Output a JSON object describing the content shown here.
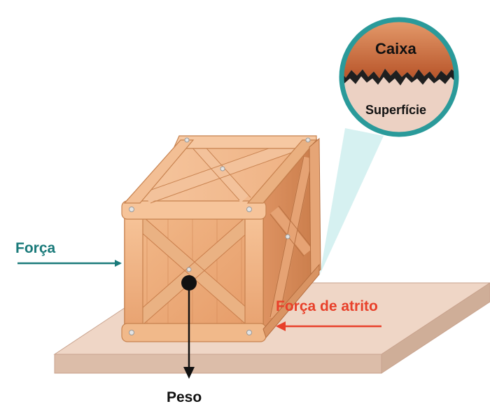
{
  "labels": {
    "force": "Força",
    "friction": "Força de atrito",
    "weight": "Peso",
    "box": "Caixa",
    "surface": "Superfície"
  },
  "colors": {
    "force": "#1a7a7a",
    "friction": "#e8402a",
    "weight": "#111111",
    "zoom_ring": "#2a9a9a",
    "wood_light": "#f2b482",
    "wood_mid": "#e9a06c",
    "wood_dark": "#c97a46",
    "surface_top": "#efd6c6",
    "surface_side": "#d9b8a4",
    "box_texture": "#b4552a"
  },
  "icons": {
    "crate": "wooden-crate-icon",
    "zoom": "magnifier-zoom-icon"
  }
}
